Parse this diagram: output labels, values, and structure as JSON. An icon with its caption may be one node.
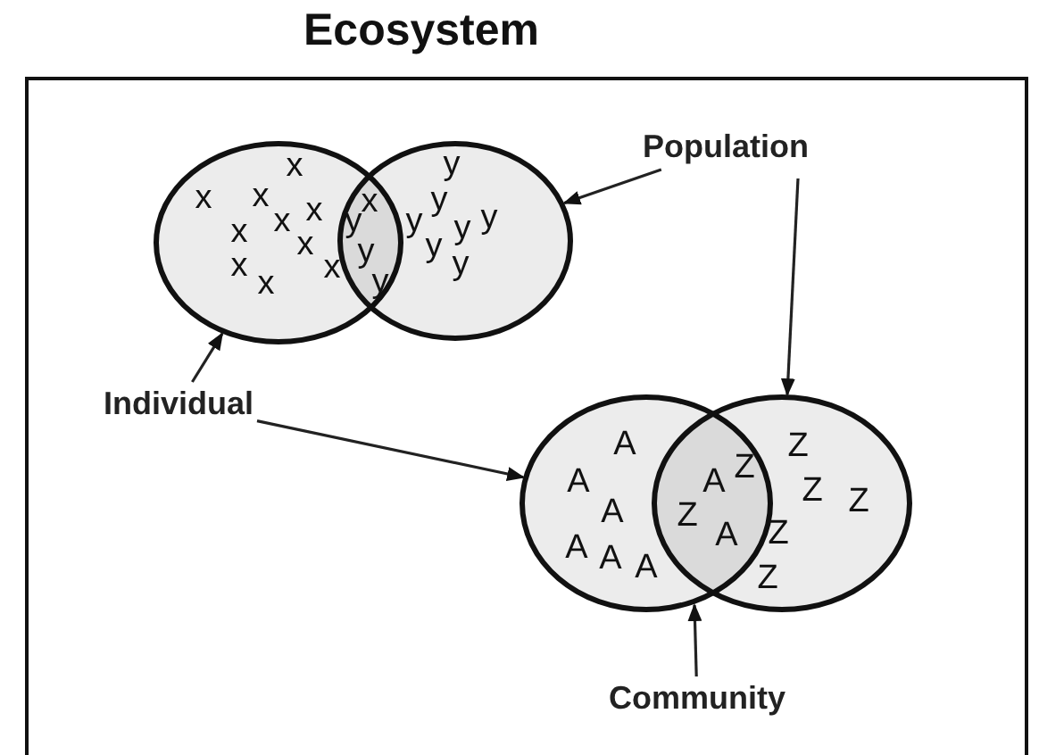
{
  "diagram": {
    "nodes": [
      {
        "text": [
          "Ecosystem"
        ]
      },
      {
        "text": [],
        "shape": "circle",
        "in": 0
      },
      {
        "text": [],
        "shape": "circle",
        "in": 0
      },
      {
        "text": [
          "Population"
        ],
        "in": 0
      },
      {
        "text": [
          "Individual"
        ],
        "in": 0
      },
      {
        "text": [],
        "shape": "circle",
        "in": 0
      },
      {
        "text": [],
        "shape": "circle",
        "in": 0
      },
      {
        "text": [
          "Community"
        ],
        "in": 0
      }
    ],
    "edges": [
      {
        "from": 3,
        "to": 2,
        "arrow": "to"
      },
      {
        "from": 3,
        "to": 6,
        "arrow": "to"
      },
      {
        "from": 4,
        "to": 1,
        "arrow": "to"
      },
      {
        "from": 4,
        "to": 5,
        "arrow": "to"
      },
      {
        "from": 7,
        "to": 5,
        "arrow": "to"
      }
    ],
    "labels": [
      "y",
      "x",
      "x",
      "x",
      "x",
      "y",
      "x",
      "y",
      "x",
      "y",
      "y",
      "y",
      "x",
      "x",
      "y",
      "y",
      "y",
      "x",
      "x",
      "y",
      "x",
      "A",
      "Z",
      "Z",
      "A",
      "A",
      "Z",
      "Z",
      "A",
      "Z",
      "Z",
      "A",
      "A",
      "A",
      "A",
      "Z"
    ]
  }
}
